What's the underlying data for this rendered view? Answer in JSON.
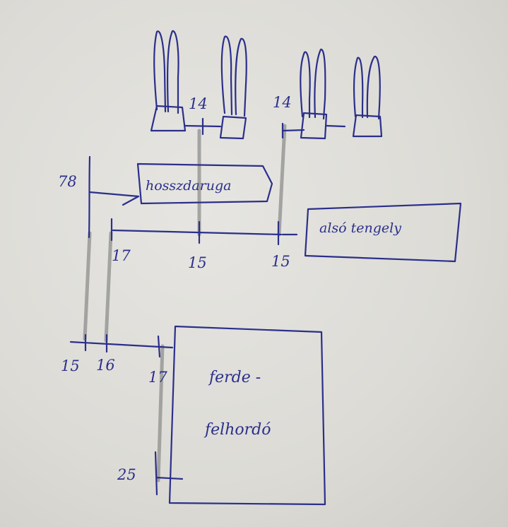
{
  "numbers": {
    "n78": "78",
    "n14_left": "14",
    "n14_right": "14",
    "n17_top": "17",
    "n15_mid": "15",
    "n15_right": "15",
    "n15_bottom": "15",
    "n16_bottom": "16",
    "n17_bottom": "17",
    "n25": "25"
  },
  "boxes": {
    "hosszdaru": "hosszdaruga",
    "tengely": "alsó tengely",
    "ferde_line1": "ferde -",
    "ferde_line2": "felhordó"
  }
}
